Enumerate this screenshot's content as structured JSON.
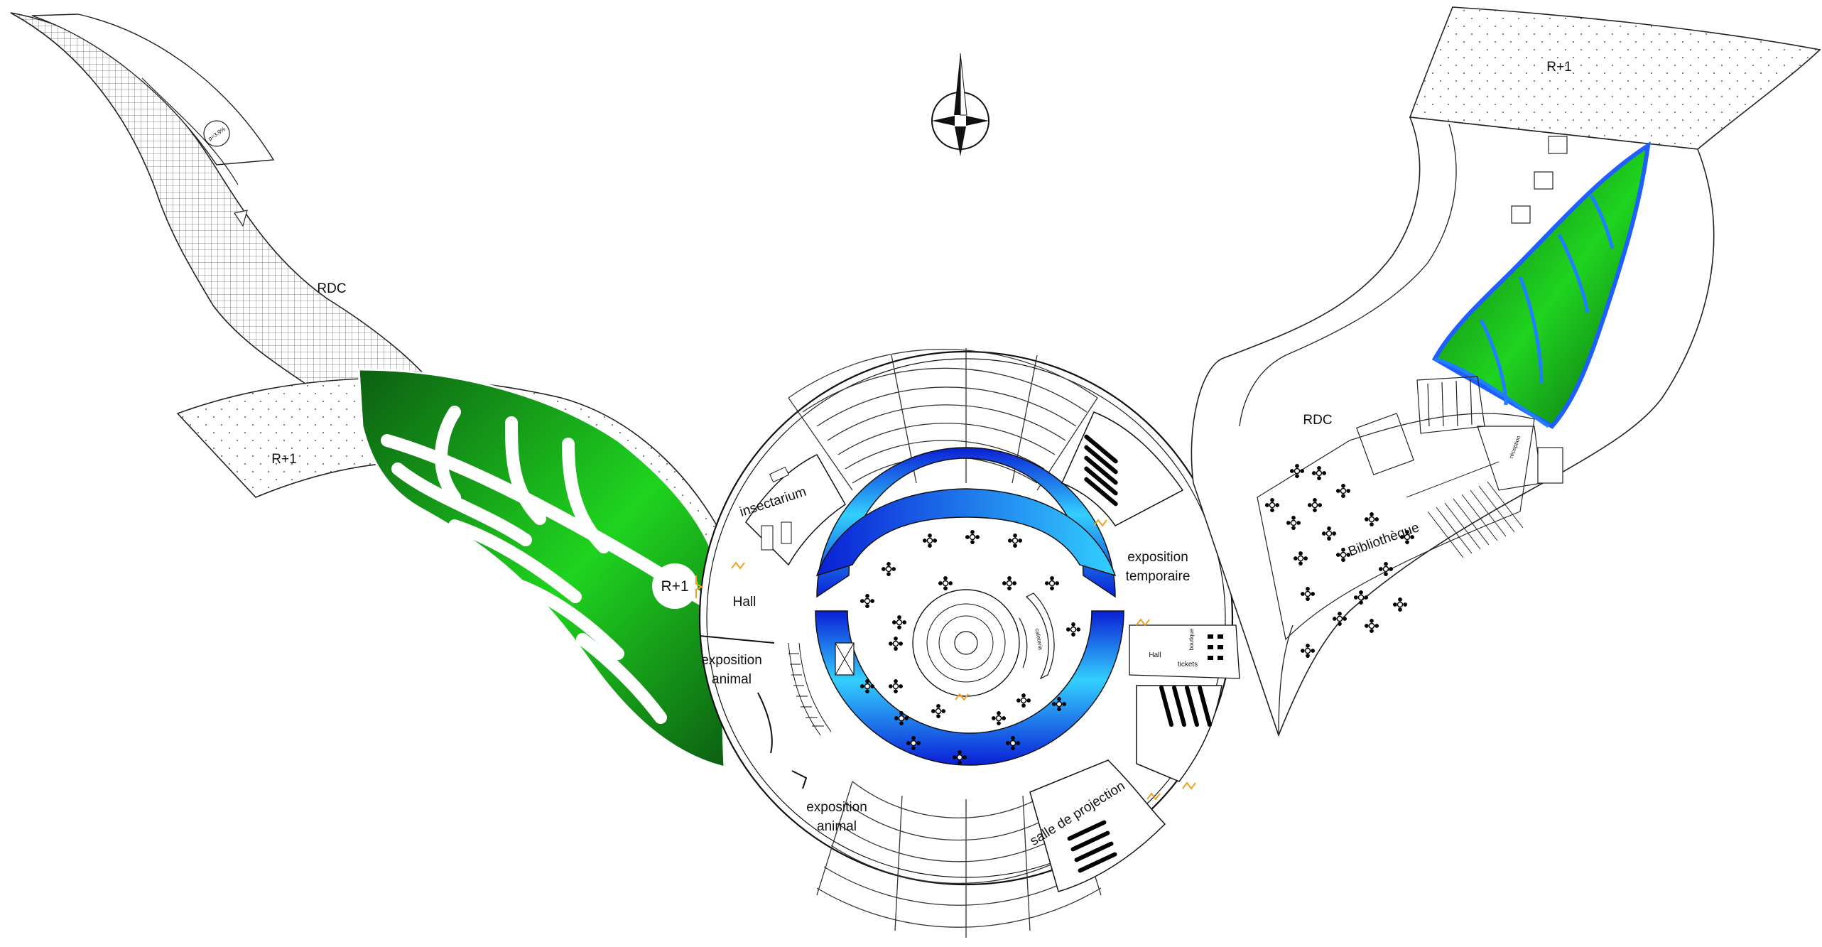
{
  "site_labels": {
    "rdc_left": "RDC",
    "r1_left": "R+1",
    "r1_center_left": "R+1",
    "ramp_slope": "p=3.9%",
    "rdc_right": "RDC",
    "r1_right": "R+1"
  },
  "rooms": {
    "insectarium": "insectarium",
    "hall_left": "Hall",
    "expo_animal_1": "exposition animal",
    "expo_animal_1_l1": "exposition",
    "expo_animal_1_l2": "animal",
    "expo_animal_2_l1": "exposition",
    "expo_animal_2_l2": "animal",
    "expo_temp_l1": "exposition",
    "expo_temp_l2": "temporaire",
    "hall_right": "Hall",
    "tickets": "tickets",
    "salle_projection": "salle de projection",
    "bibliotheque": "Bibliothèque",
    "boutique": "boutique",
    "reception": "réception",
    "cafeteria": "cafeteria"
  },
  "colors": {
    "ring_deep_blue": "#0a1fd6",
    "ring_light_blue": "#33d0ff",
    "leaf_dark_green": "#0c5f12",
    "leaf_bright_green": "#1fd41f",
    "line": "#222222"
  },
  "icons": {
    "north_arrow": "compass-rose-icon"
  }
}
